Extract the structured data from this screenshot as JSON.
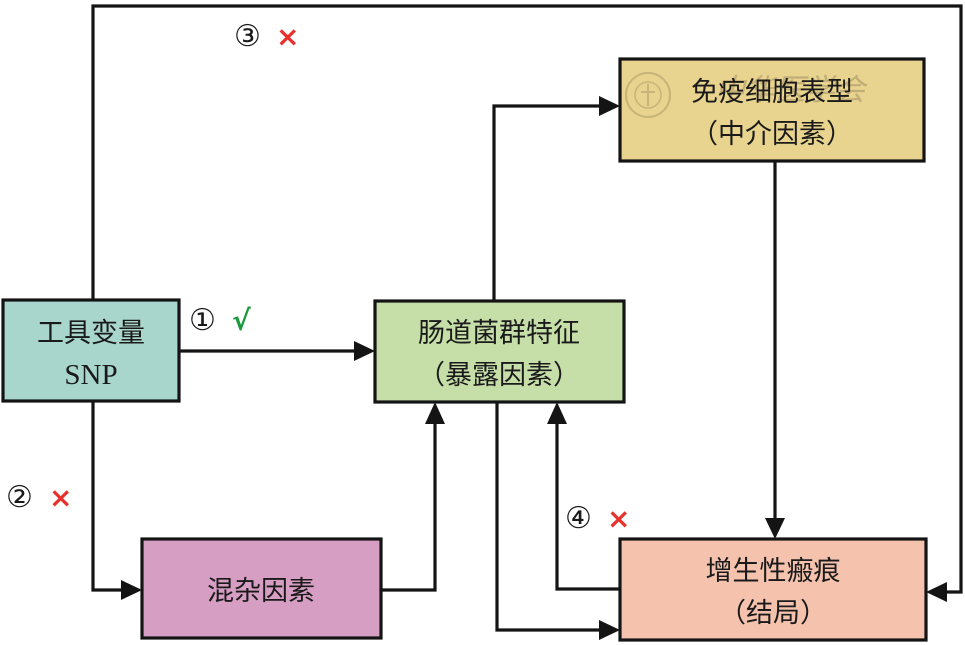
{
  "diagram": {
    "type": "mendelian-randomization-path-diagram",
    "nodes": {
      "instrument": {
        "line1": "工具变量",
        "line2": "SNP",
        "color": "#a8d5cc"
      },
      "exposure": {
        "line1": "肠道菌群特征",
        "line2": "（暴露因素）",
        "color": "#c6dea8"
      },
      "mediator": {
        "line1": "免疫细胞表型",
        "line2": "（中介因素）",
        "color": "#e8d48e"
      },
      "confounder": {
        "line1": "混杂因素",
        "color": "#d79ec3"
      },
      "outcome": {
        "line1": "增生性瘢痕",
        "line2": "（结局）",
        "color": "#f5c2ae"
      }
    },
    "assumptions": [
      {
        "number": "①",
        "mark": "√",
        "mark_meaning": "holds",
        "mark_color": "#1a9a3c",
        "path": "instrument → exposure"
      },
      {
        "number": "②",
        "mark": "×",
        "mark_meaning": "must not hold",
        "mark_color": "#e8312c",
        "path": "instrument → confounder"
      },
      {
        "number": "③",
        "mark": "×",
        "mark_meaning": "must not hold",
        "mark_color": "#e8312c",
        "path": "instrument → outcome"
      },
      {
        "number": "④",
        "mark": "×",
        "mark_meaning": "must not hold",
        "mark_color": "#e8312c",
        "path": "outcome → exposure"
      }
    ],
    "edges": [
      {
        "from": "instrument",
        "to": "exposure"
      },
      {
        "from": "instrument",
        "to": "confounder"
      },
      {
        "from": "instrument",
        "to": "outcome"
      },
      {
        "from": "confounder",
        "to": "exposure"
      },
      {
        "from": "exposure",
        "to": "mediator"
      },
      {
        "from": "exposure",
        "to": "outcome"
      },
      {
        "from": "mediator",
        "to": "outcome"
      },
      {
        "from": "outcome",
        "to": "exposure"
      }
    ],
    "watermark": "中华医学会"
  }
}
